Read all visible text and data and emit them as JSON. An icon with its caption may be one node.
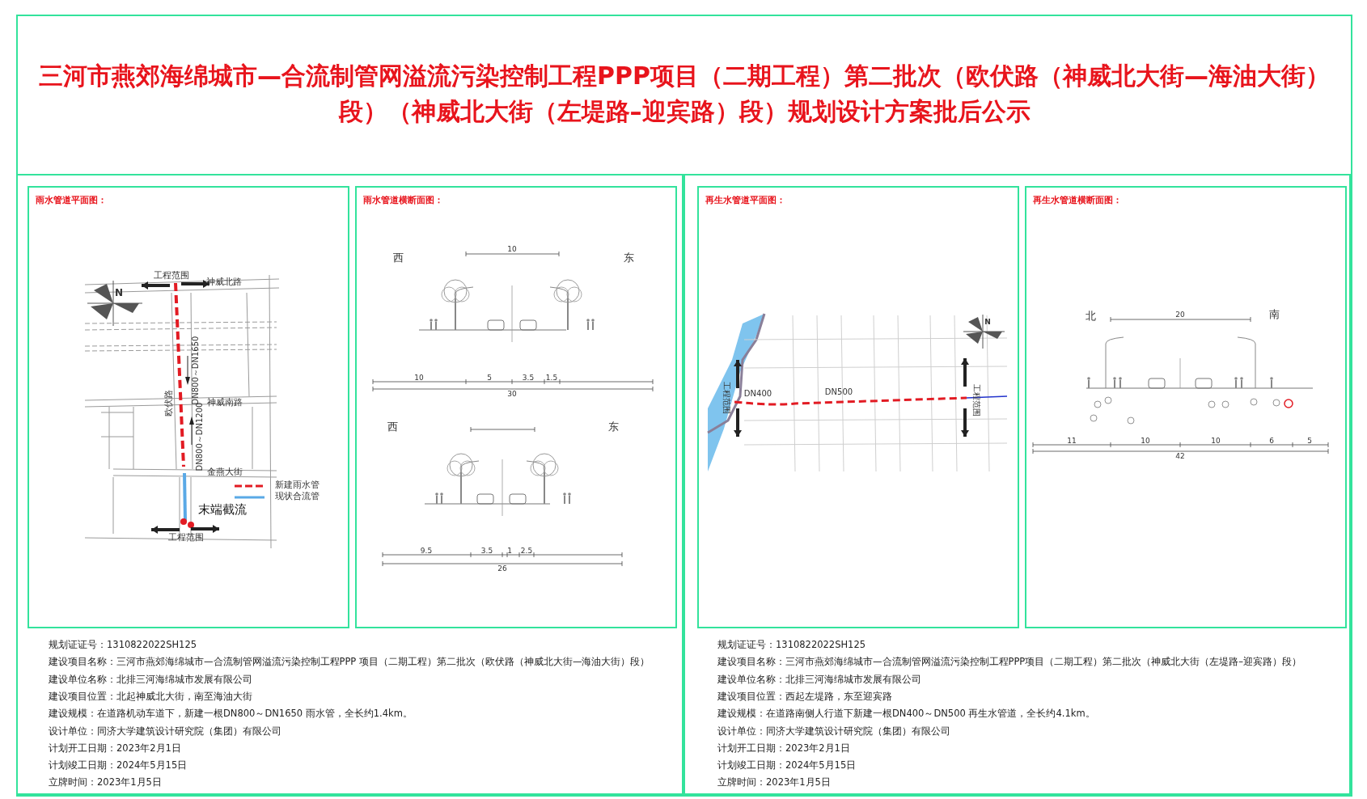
{
  "diagram": {
    "title": "三河市燕郊海绵城市—合流制管网溢流污染控制工程PPP项目（二期工程）第二批次（欧伏路（神威北大街—海油大街）段）（神威北大街（左堤路–迎宾路）段）规划设计方案批后公示",
    "nodes": [
      {
        "text": [
          "规划证证号：1310822022SH125",
          "建设项目名称：三河市燕郊海绵城市—合流制管网溢流污染控制工程PPP 项目（二期工程）第二批次（欧伏路（神威北大街—海油大街）段）",
          "建设单位名称：北排三河海绵城市发展有限公司",
          "建设项目位置：北起神威北大街，南至海油大街",
          "建设规模：在道路机动车道下，新建一根DN800～DN1650 雨水管，全长约1.4km。",
          "设计单位：同济大学建筑设计研究院（集团）有限公司",
          "计划开工日期：2023年2月1日",
          "计划竣工日期：2024年5月15日",
          "立牌时间：2023年1月5日"
        ]
      },
      {
        "text": [
          "雨水管道平面图："
        ],
        "in": 0
      },
      {
        "text": [
          "雨水管道横断面图："
        ],
        "in": 0
      },
      {
        "text": [
          "规划证证号：1310822022SH125",
          "建设项目名称：三河市燕郊海绵城市—合流制管网溢流污染控制工程PPP项目（二期工程）第二批次（神威北大街（左堤路–迎宾路）段）",
          "建设单位名称：北排三河海绵城市发展有限公司",
          "建设项目位置：西起左堤路，东至迎宾路",
          "建设规模：在道路南侧人行道下新建一根DN400～DN500 再生水管道，全长约4.1km。",
          "设计单位：同济大学建筑设计研究院（集团）有限公司",
          "计划开工日期：2023年2月1日",
          "计划竣工日期：2024年5月15日",
          "立牌时间：2023年1月5日"
        ]
      },
      {
        "text": [
          "再生水管道平面图："
        ],
        "in": 3
      },
      {
        "text": [
          "再生水管道横断面图："
        ],
        "in": 3
      }
    ],
    "labels": [
      "工程范围",
      "神威北路",
      "N",
      "DN800～DN1650",
      "欧伏路",
      "神威南路",
      "DN800～DN1200",
      "金燕大街",
      "末端截流",
      "工程范围",
      "西",
      "东",
      "10",
      "10",
      "5",
      "3.5",
      "1.5",
      "30",
      "西",
      "东",
      "9.5",
      "3.5",
      "1",
      "2.5",
      "26",
      "DN400",
      "DN500",
      "工程范围",
      "工程范围",
      "N",
      "北",
      "南",
      "20",
      "11",
      "10",
      "10",
      "6",
      "5",
      "42"
    ],
    "legend": [
      {
        "text": "新建雨水管"
      },
      {
        "text": "现状合流管"
      }
    ]
  }
}
